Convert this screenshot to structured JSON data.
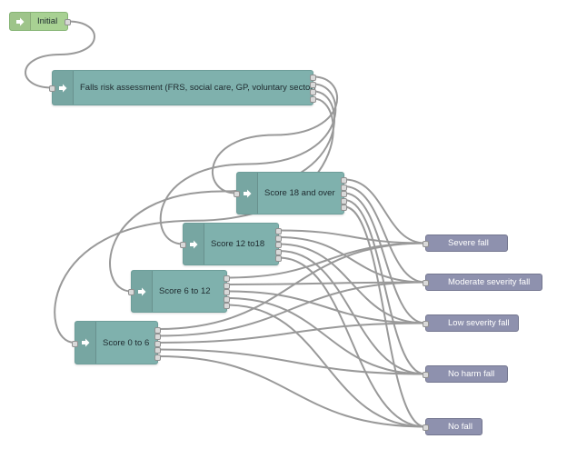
{
  "nodes": {
    "initial": {
      "label": "Initial",
      "icon": "arrow-right-icon"
    },
    "falls": {
      "label": "Falls risk assessment (FRS, social care, GP, voluntary sector)",
      "icon": "arrow-right-icon"
    },
    "score18": {
      "label": "Score 18 and over",
      "icon": "arrow-right-icon"
    },
    "score12": {
      "label": "Score 12 to18",
      "icon": "arrow-right-icon"
    },
    "score6": {
      "label": "Score 6 to 12",
      "icon": "arrow-right-icon"
    },
    "score0": {
      "label": "Score 0 to 6",
      "icon": "arrow-right-icon"
    },
    "severe": {
      "label": "Severe fall"
    },
    "moderate": {
      "label": "Moderate severity fall"
    },
    "low": {
      "label": "Low severity fall"
    },
    "noharm": {
      "label": "No harm fall"
    },
    "nofall": {
      "label": "No fall"
    }
  },
  "colors": {
    "flow_node": "#7fb1ad",
    "start_node": "#a8d193",
    "outcome_node": "#8e91ae",
    "wire": "#999999"
  },
  "connections": [
    {
      "from": "initial",
      "to": "falls"
    },
    {
      "from": "falls",
      "to": "score18"
    },
    {
      "from": "falls",
      "to": "score12"
    },
    {
      "from": "falls",
      "to": "score6"
    },
    {
      "from": "falls",
      "to": "score0"
    },
    {
      "from": "score18",
      "to": "severe"
    },
    {
      "from": "score18",
      "to": "moderate"
    },
    {
      "from": "score18",
      "to": "low"
    },
    {
      "from": "score18",
      "to": "noharm"
    },
    {
      "from": "score18",
      "to": "nofall"
    },
    {
      "from": "score12",
      "to": "severe"
    },
    {
      "from": "score12",
      "to": "moderate"
    },
    {
      "from": "score12",
      "to": "low"
    },
    {
      "from": "score12",
      "to": "noharm"
    },
    {
      "from": "score12",
      "to": "nofall"
    },
    {
      "from": "score6",
      "to": "severe"
    },
    {
      "from": "score6",
      "to": "moderate"
    },
    {
      "from": "score6",
      "to": "low"
    },
    {
      "from": "score6",
      "to": "noharm"
    },
    {
      "from": "score6",
      "to": "nofall"
    },
    {
      "from": "score0",
      "to": "severe"
    },
    {
      "from": "score0",
      "to": "moderate"
    },
    {
      "from": "score0",
      "to": "low"
    },
    {
      "from": "score0",
      "to": "noharm"
    },
    {
      "from": "score0",
      "to": "nofall"
    }
  ]
}
